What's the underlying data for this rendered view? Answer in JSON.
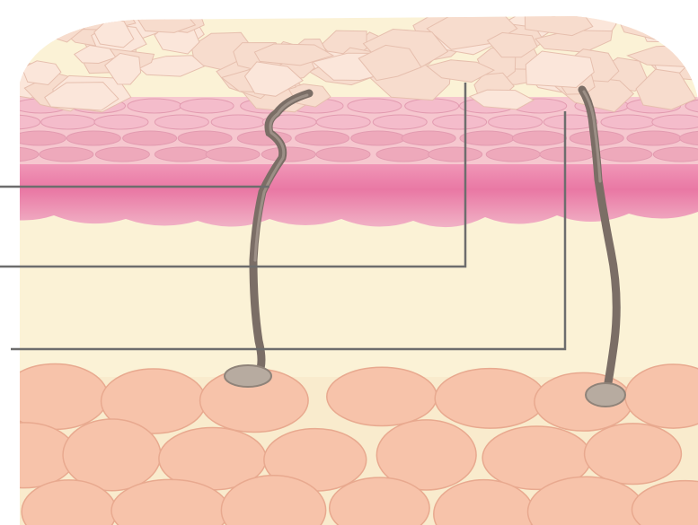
{
  "diagram": {
    "title": "",
    "labels": [],
    "colors": {
      "background": "#ffffff",
      "stratum_corneum": "#f7dccd",
      "stratum_corneum_edge": "#e6bfae",
      "epidermis_upper": "#f6c7cf",
      "epidermis_cells": "#eea9bb",
      "basal_layer": "#e978a4",
      "dermis": "#fbf2d6",
      "dermis_edge": "#eadfbf",
      "fat_cells": "#f7c3aa",
      "fat_cells_edge": "#e8a98f",
      "hair": "#7b6e66",
      "hair_follicle": "#b7aba0",
      "pointer_lines": "#6d6d6d"
    },
    "layers": [
      "stratum-corneum",
      "epidermis",
      "basal-layer",
      "dermis",
      "subcutaneous-fat"
    ],
    "structures": [
      "hair-shaft-left",
      "hair-shaft-right",
      "hair-follicle-left",
      "hair-follicle-right"
    ],
    "pointers": [
      "pointer-line-1",
      "pointer-line-2",
      "pointer-line-3"
    ]
  }
}
